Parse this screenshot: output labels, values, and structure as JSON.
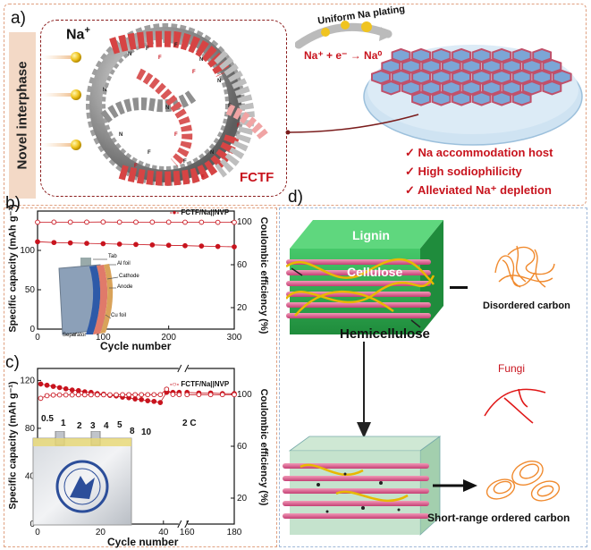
{
  "panel_a": {
    "letter": "a)",
    "side_label": "Novel interphase",
    "na_label": "Na",
    "na_sup": "+",
    "framework_label": "FCTF",
    "plating_label": "Uniform Na plating",
    "reaction": "Na⁺ + e⁻ → Na⁰",
    "features": [
      "✓ Na accommodation host",
      "✓ High sodiophilicity",
      "✓ Alleviated Na⁺ depletion"
    ]
  },
  "panel_b": {
    "letter": "b)",
    "ylabel_left": "Specific capacity (mAh g⁻¹)",
    "ylabel_right": "Coulombic efficiency (%)",
    "xlabel": "Cycle number",
    "legend": "FCTF/Na||NVP",
    "inset_labels": [
      "Tab",
      "Al foil",
      "Cathode",
      "Anode",
      "Cu foil",
      "Separator"
    ]
  },
  "panel_c": {
    "letter": "c)",
    "ylabel_left": "Specific capacity (mAh g⁻¹)",
    "ylabel_right": "Coulombic efficiency (%)",
    "xlabel": "Cycle number",
    "legend": "FCTF/Na||NVP",
    "rate_labels": [
      "0.5",
      "1",
      "2",
      "3",
      "4",
      "5",
      "8",
      "10",
      "2 C"
    ]
  },
  "panel_d": {
    "letter": "d)",
    "lignin": "Lignin",
    "cellulose": "Cellulose",
    "hemicellulose": "Hemicellulose",
    "disordered": "Disordered carbon",
    "fungi": "Fungi",
    "short_range": "Short-range ordered carbon"
  },
  "chart_data": [
    {
      "type": "scatter",
      "panel": "b",
      "xlabel": "Cycle number",
      "ylabel": "Specific capacity (mAh g⁻¹)",
      "y2label": "Coulombic efficiency (%)",
      "xlim": [
        0,
        300
      ],
      "ylim": [
        0,
        150
      ],
      "y2lim": [
        0,
        110
      ],
      "xticks": [
        0,
        100,
        200,
        300
      ],
      "yticks": [
        0,
        50,
        100
      ],
      "y2ticks": [
        20,
        60,
        100
      ],
      "series": [
        {
          "name": "FCTF/Na||NVP",
          "axis": "left",
          "color": "#c8141e",
          "x": [
            0,
            25,
            50,
            75,
            100,
            125,
            150,
            175,
            200,
            225,
            250,
            275,
            300
          ],
          "y": [
            111,
            110,
            109.5,
            109,
            108.5,
            108,
            107.5,
            107,
            106.5,
            106,
            105.5,
            105,
            104.5
          ]
        },
        {
          "axis": "right",
          "color": "#c8141e",
          "hollow": true,
          "x": [
            0,
            25,
            50,
            75,
            100,
            125,
            150,
            175,
            200,
            225,
            250,
            275,
            300
          ],
          "y": [
            99.6,
            99.7,
            99.7,
            99.7,
            99.8,
            99.7,
            99.7,
            99.7,
            99.7,
            99.6,
            99.6,
            99.5,
            99.5
          ]
        }
      ]
    },
    {
      "type": "scatter",
      "panel": "c",
      "xlabel": "Cycle number",
      "ylabel": "Specific capacity (mAh g⁻¹)",
      "y2label": "Coulombic efficiency (%)",
      "xlim": [
        0,
        180
      ],
      "axis_break": [
        45,
        160
      ],
      "ylim": [
        0,
        130
      ],
      "y2lim": [
        0,
        120
      ],
      "xticks": [
        0,
        20,
        40,
        160,
        180
      ],
      "xtick_labels": [
        "0",
        "20",
        "40",
        "160",
        "180"
      ],
      "yticks": [
        0,
        40,
        80,
        120
      ],
      "y2ticks": [
        20,
        60,
        100
      ],
      "series": [
        {
          "name": "FCTF/Na||NVP",
          "axis": "left",
          "color": "#c8141e",
          "x": [
            1,
            3,
            5,
            7,
            9,
            11,
            13,
            15,
            17,
            19,
            21,
            23,
            25,
            27,
            29,
            31,
            33,
            35,
            37,
            39,
            41,
            43,
            45,
            160,
            165,
            170,
            175,
            180
          ],
          "y": [
            117,
            116,
            115,
            114,
            113,
            112,
            111.5,
            110.5,
            110,
            109,
            108.5,
            107.5,
            107,
            106,
            105.5,
            104.5,
            104,
            103,
            102.5,
            101.5,
            110,
            110,
            110,
            110,
            109.5,
            109.5,
            109,
            109
          ]
        },
        {
          "axis": "right",
          "color": "#c8141e",
          "hollow": true,
          "x": [
            1,
            3,
            5,
            7,
            9,
            11,
            13,
            15,
            17,
            19,
            21,
            23,
            25,
            27,
            29,
            31,
            33,
            35,
            37,
            39,
            41,
            43,
            45,
            160,
            165,
            170,
            175,
            180
          ],
          "y": [
            97,
            99,
            99.5,
            99.6,
            99.6,
            99.6,
            99.7,
            99.7,
            99.7,
            99.7,
            99.7,
            99.7,
            99.7,
            99.8,
            99.8,
            99.8,
            99.8,
            99.8,
            99.8,
            99.8,
            104,
            100,
            99.8,
            99.8,
            99.8,
            99.8,
            99.8,
            99.8
          ]
        }
      ]
    }
  ]
}
